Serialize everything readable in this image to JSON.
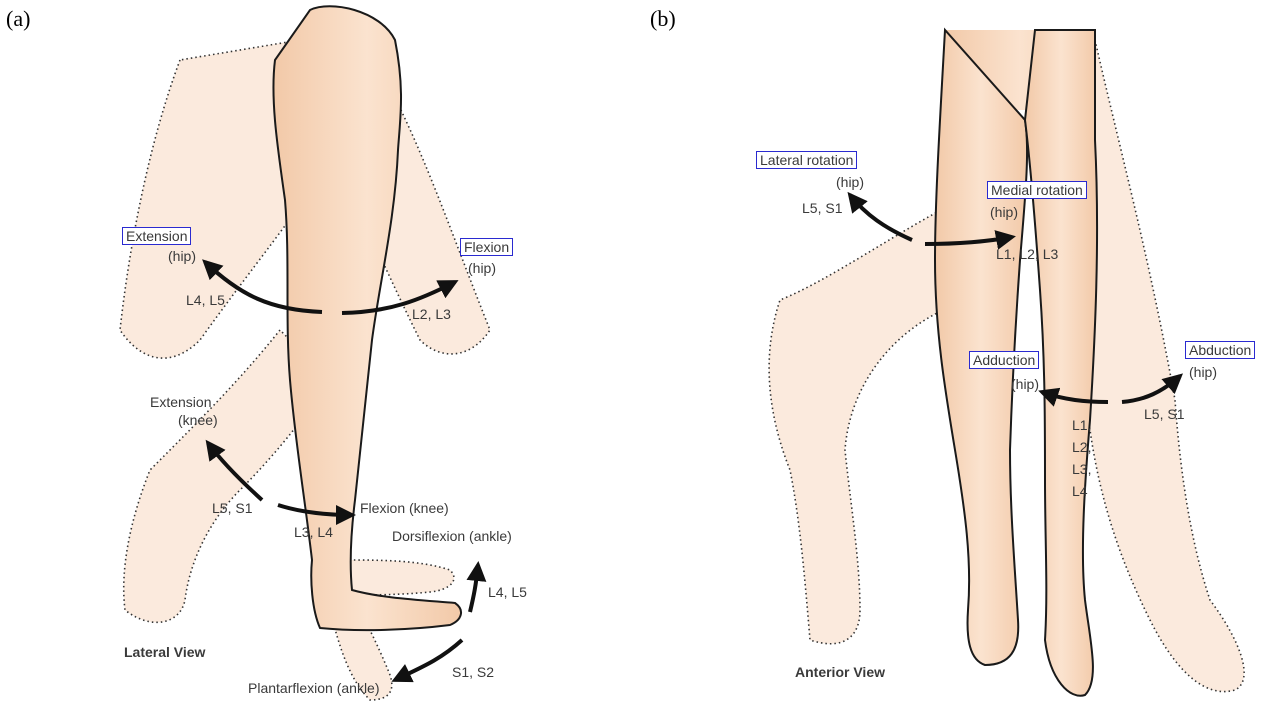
{
  "panels": {
    "a": {
      "letter": "(a)",
      "view": "Lateral View",
      "labels": {
        "hip_extension": "Extension",
        "hip_extension_joint": "(hip)",
        "hip_extension_roots": "L4, L5",
        "hip_flexion": "Flexion",
        "hip_flexion_joint": "(hip)",
        "hip_flexion_roots": "L2, L3",
        "knee_extension": "Extension",
        "knee_extension_joint": "(knee)",
        "knee_extension_roots": "L5, S1",
        "knee_flexion": "Flexion (knee)",
        "knee_flexion_roots": "L3, L4",
        "dorsiflexion": "Dorsiflexion (ankle)",
        "dorsiflexion_roots": "L4, L5",
        "plantarflexion": "Plantarflexion (ankle)",
        "plantarflexion_roots": "S1, S2"
      }
    },
    "b": {
      "letter": "(b)",
      "view": "Anterior View",
      "labels": {
        "lateral_rotation": "Lateral rotation",
        "lateral_rotation_joint": "(hip)",
        "lateral_rotation_roots": "L5, S1",
        "medial_rotation": "Medial rotation",
        "medial_rotation_joint": "(hip)",
        "medial_rotation_roots": "L1, L2, L3",
        "adduction": "Adduction",
        "adduction_joint": "(hip)",
        "adduction_roots": [
          "L1,",
          "L2,",
          "L3,",
          "L4"
        ],
        "abduction": "Abduction",
        "abduction_joint": "(hip)",
        "abduction_roots": "L5, S1"
      }
    }
  },
  "colors": {
    "skin": "#f9dcc4",
    "skin_shadow": "#efc4a4",
    "ghost": "#fbeadd",
    "outline": "#1a1a1a",
    "box_border": "#2a2ad0",
    "arrow": "#111111"
  }
}
